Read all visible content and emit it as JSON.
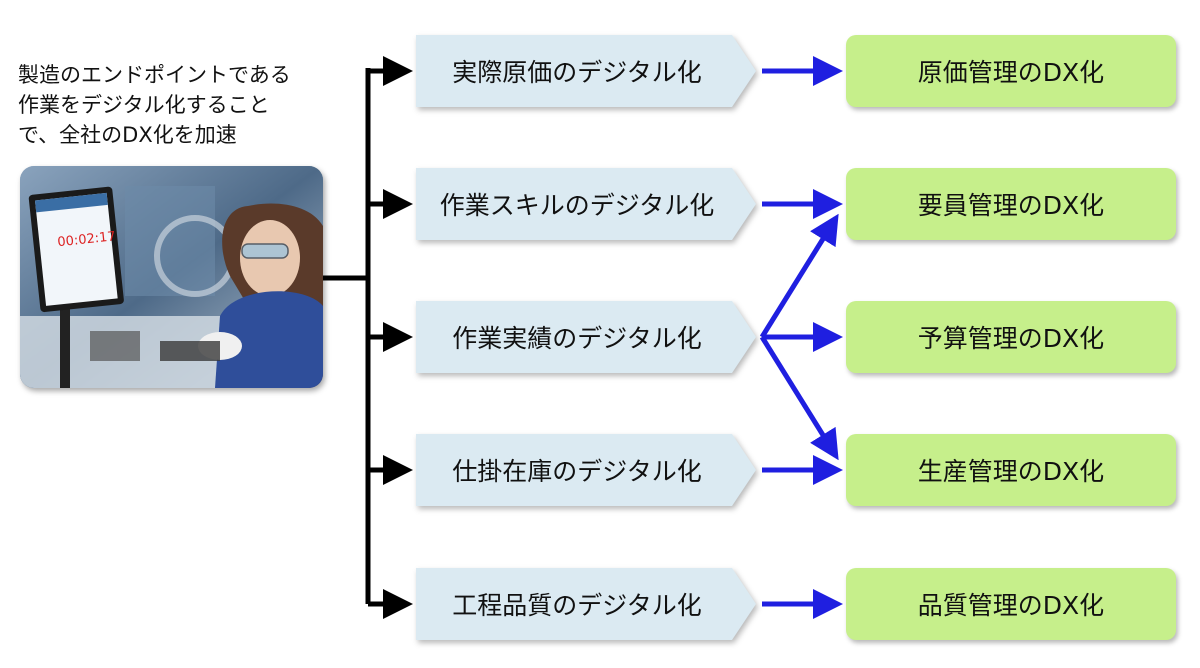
{
  "intro": {
    "lines": [
      "製造のエンドポイントである",
      "作業をデジタル化すること",
      "で、全社のDX化を加速"
    ]
  },
  "photo": {
    "timer": "00:02:17"
  },
  "digitization": [
    {
      "label": "実際原価のデジタル化"
    },
    {
      "label": "作業スキルのデジタル化"
    },
    {
      "label": "作業実績のデジタル化"
    },
    {
      "label": "仕掛在庫のデジタル化"
    },
    {
      "label": "工程品質のデジタル化"
    }
  ],
  "dx": [
    {
      "label": "原価管理のDX化"
    },
    {
      "label": "要員管理のDX化"
    },
    {
      "label": "予算管理のDX化"
    },
    {
      "label": "生産管理のDX化"
    },
    {
      "label": "品質管理のDX化"
    }
  ],
  "colors": {
    "digitization_fill": "#dbeaf2",
    "dx_fill": "#c6ef8b",
    "black_arrow": "#000000",
    "blue_arrow": "#1f1fe0"
  }
}
